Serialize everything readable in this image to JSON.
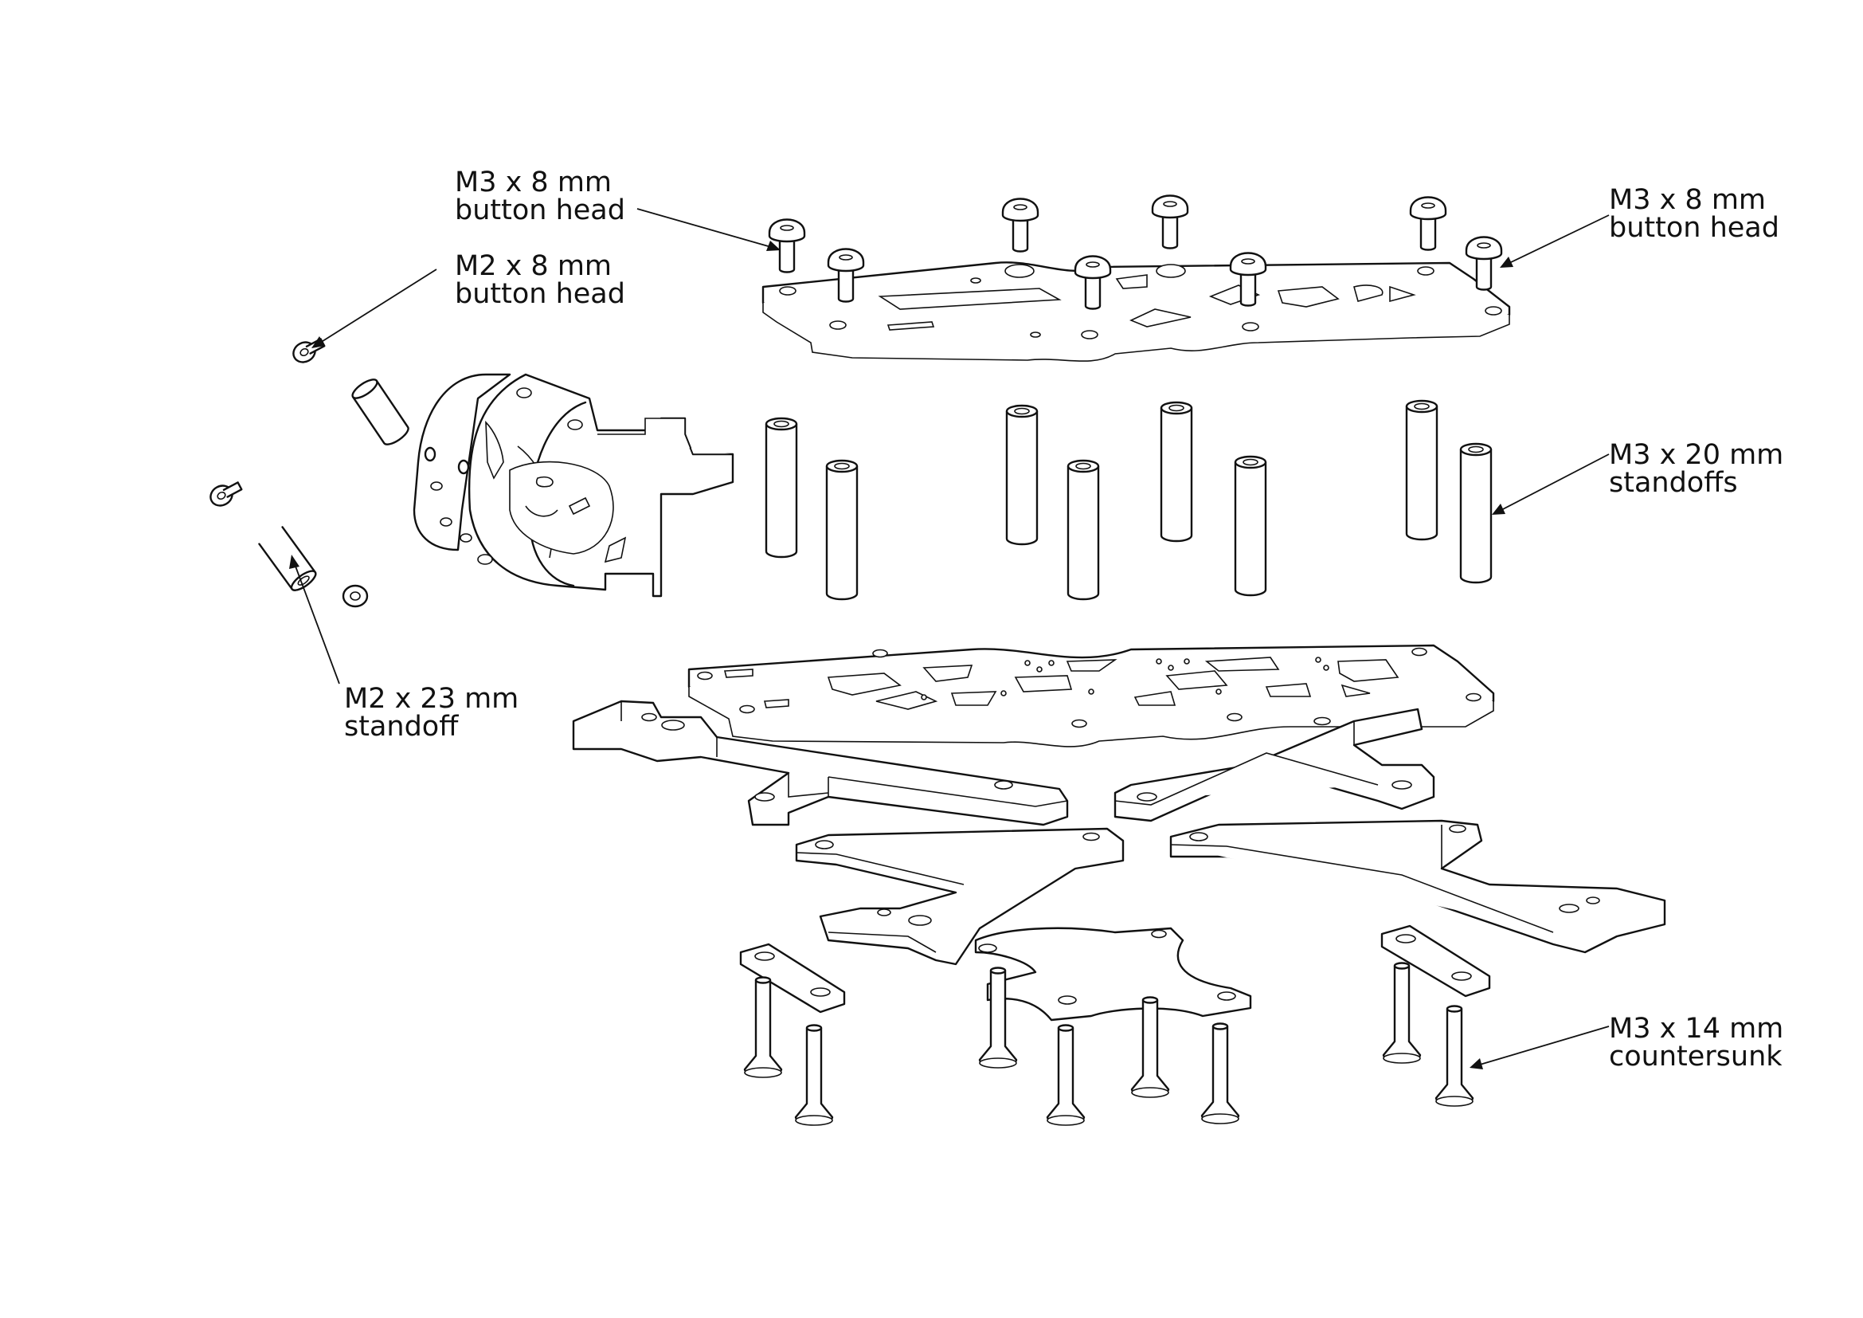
{
  "labels": {
    "m3_8_left": {
      "line1": "M3 x 8 mm",
      "line2": "button head"
    },
    "m2_8": {
      "line1": "M2 x 8 mm",
      "line2": "button head"
    },
    "m3_8_right": {
      "line1": "M3 x 8 mm",
      "line2": "button head"
    },
    "m3_20": {
      "line1": "M3 x 20 mm",
      "line2": "standoffs"
    },
    "m2_23": {
      "line1": "M2 x 23 mm",
      "line2": "standoff"
    },
    "m3_14": {
      "line1": "M3 x 14 mm",
      "line2": "countersunk"
    }
  },
  "colors": {
    "ink": "#111111",
    "background": "#ffffff"
  }
}
